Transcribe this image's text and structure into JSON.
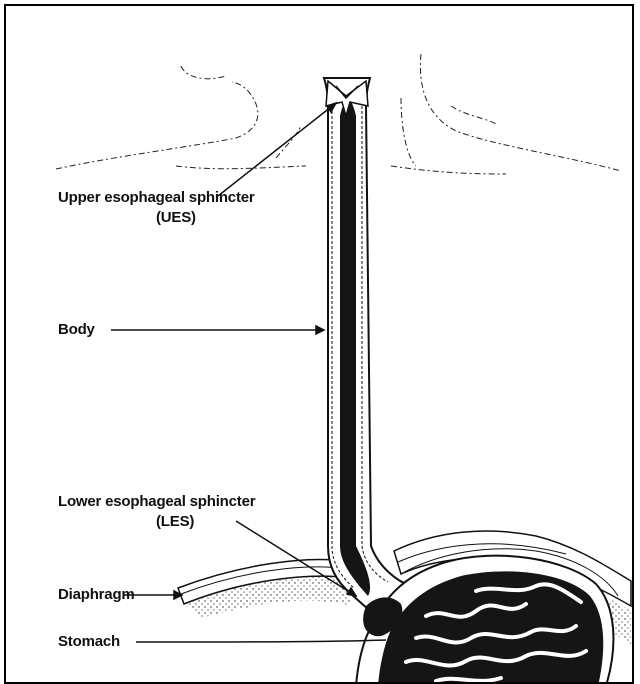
{
  "labels": {
    "ues": "Upper esophageal sphincter",
    "ues_abbr": "(UES)",
    "body": "Body",
    "les": "Lower esophageal sphincter",
    "les_abbr": "(LES)",
    "diaphragm": "Diaphragm",
    "stomach": "Stomach"
  },
  "colors": {
    "ink": "#111111",
    "lumen": "#1a1a1a",
    "paper": "#ffffff"
  }
}
